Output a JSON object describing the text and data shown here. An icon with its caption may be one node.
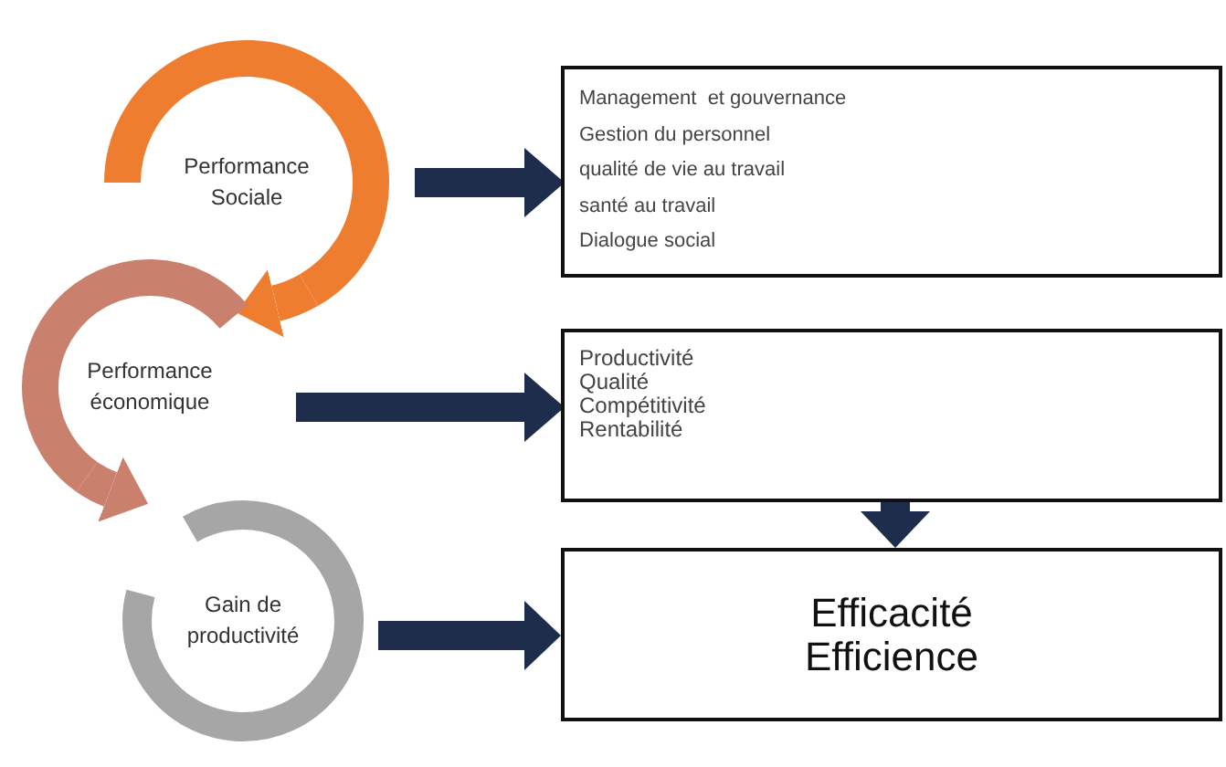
{
  "diagram": {
    "nodes": [
      {
        "text": [
          "Performance Sociale"
        ]
      },
      {
        "text": [
          "Performance économique"
        ]
      },
      {
        "text": [
          "Gain de productivité"
        ]
      },
      {
        "text": [
          "Management  et gouvernance",
          "Gestion du personnel",
          "qualité de vie au travail",
          "santé au travail",
          "Dialogue social"
        ]
      },
      {
        "text": [
          "Productivité",
          "Qualité",
          "Compétitivité",
          "Rentabilité"
        ]
      },
      {
        "text": [
          "Efficacité",
          "Efficience"
        ]
      }
    ],
    "edges": [
      {
        "from": 0,
        "to": 1,
        "arrow": "to",
        "color": "#ee7d2f"
      },
      {
        "from": 1,
        "to": 2,
        "arrow": "to",
        "color": "#c9806d"
      },
      {
        "from": 0,
        "to": 3,
        "arrow": "to"
      },
      {
        "from": 1,
        "to": 4,
        "arrow": "to"
      },
      {
        "from": 2,
        "to": 5,
        "arrow": "to"
      },
      {
        "from": 4,
        "to": 5,
        "arrow": "to"
      }
    ]
  }
}
